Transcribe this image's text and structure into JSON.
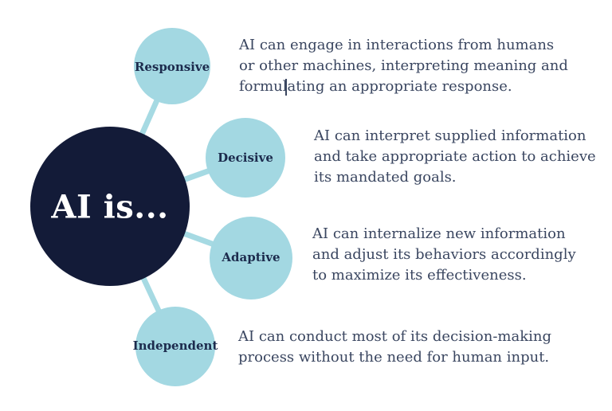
{
  "colors": {
    "background": "#ffffff",
    "navy": "#131b38",
    "bubble": "#a3d8e2",
    "connector": "#a6dae3",
    "title-text": "#ffffff",
    "label-text": "#1c2b4d",
    "body-text": "#3a4660"
  },
  "center": {
    "title": "AI is..."
  },
  "branches": [
    {
      "label": "Responsive",
      "lines": [
        "AI can engage in interactions from humans",
        "or other machines, interpreting meaning and",
        "formulating an appropriate response."
      ]
    },
    {
      "label": "Decisive",
      "lines": [
        "AI can interpret supplied information",
        "and take appropriate action to achieve",
        "its mandated goals."
      ]
    },
    {
      "label": "Adaptive",
      "lines": [
        "AI can internalize new information",
        "and adjust its behaviors accordingly",
        "to maximize its effectiveness."
      ]
    },
    {
      "label": "Independent",
      "lines": [
        "AI can conduct most of its decision-making",
        "process without the need for human input."
      ]
    }
  ]
}
